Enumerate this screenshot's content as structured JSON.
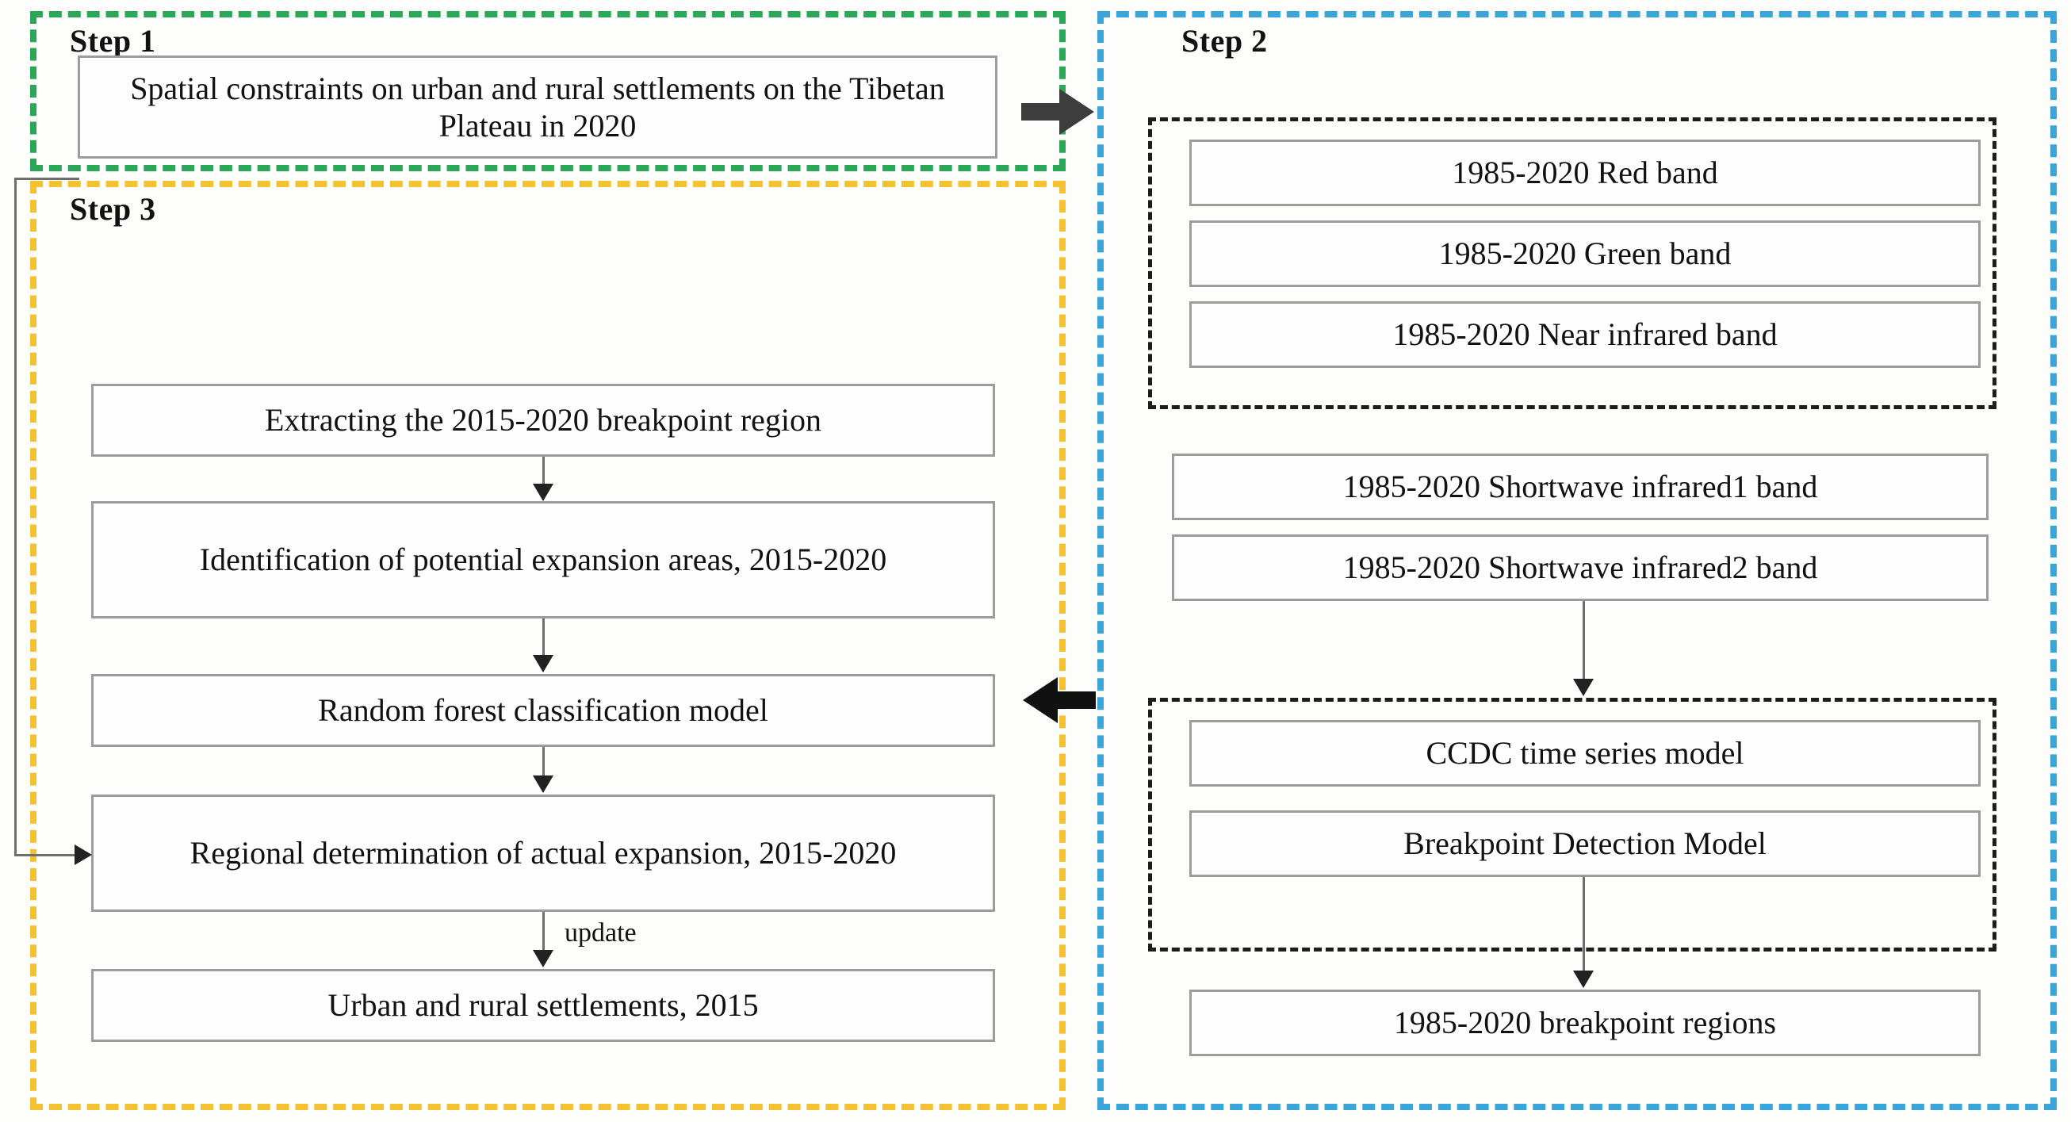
{
  "figure": {
    "type": "flowchart",
    "steps": [
      {
        "id": "step1",
        "title": "Step 1",
        "frame_color": "#2aa757",
        "boxes": [
          {
            "label": "Spatial constraints on urban and rural settlements on the Tibetan Plateau in 2020"
          }
        ]
      },
      {
        "id": "step2",
        "title": "Step 2",
        "frame_color": "#3aa5d8",
        "groups": [
          {
            "id": "bands",
            "boxes": [
              {
                "label": "1985-2020 Red band"
              },
              {
                "label": "1985-2020 Green band"
              },
              {
                "label": "1985-2020 Near infrared band"
              },
              {
                "label": "1985-2020 Shortwave infrared1 band"
              },
              {
                "label": "1985-2020 Shortwave infrared2 band"
              }
            ]
          },
          {
            "id": "models",
            "boxes": [
              {
                "label": "CCDC time series model"
              },
              {
                "label": "Breakpoint Detection Model"
              }
            ]
          }
        ],
        "output_box": {
          "label": "1985-2020 breakpoint regions"
        }
      },
      {
        "id": "step3",
        "title": "Step 3",
        "frame_color": "#f2c230",
        "boxes": [
          {
            "label": "Extracting the 2015-2020 breakpoint region"
          },
          {
            "label": "Identification of potential expansion areas, 2015-2020"
          },
          {
            "label": "Random forest classification model"
          },
          {
            "label": "Regional determination of actual expansion, 2015-2020"
          },
          {
            "label": "Urban and rural settlements, 2015"
          }
        ]
      }
    ],
    "edge_labels": {
      "update": "update"
    },
    "colors": {
      "box_border": "#9c9c9c",
      "connector": "#6f6f6f",
      "arrow_dark": "#3d3d3d",
      "arrow_black": "#111111",
      "inner_dashed": "#1d1d1d"
    }
  }
}
